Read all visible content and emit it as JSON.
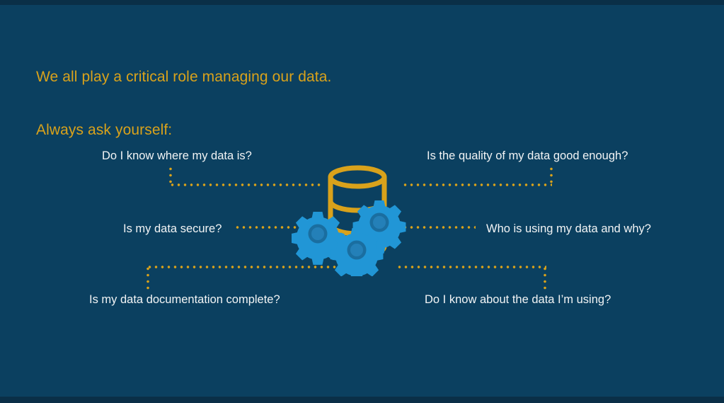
{
  "slide": {
    "background_color": "#0b4060",
    "bar_color": "#0a2f47",
    "heading": {
      "line1": "We all play a critical role managing our data.",
      "line2": "Always ask yourself:",
      "color": "#d9a21b"
    },
    "question_color": "#f2f4f5",
    "connector_color": "#d9a21b"
  },
  "questions": [
    {
      "id": "where",
      "label": "Do I know where my data is?"
    },
    {
      "id": "quality",
      "label": "Is the quality of my data good enough?"
    },
    {
      "id": "secure",
      "label": "Is my data secure?"
    },
    {
      "id": "who",
      "label": "Who is using my data and why?"
    },
    {
      "id": "doc",
      "label": "Is my data documentation complete?"
    },
    {
      "id": "about",
      "label": "Do I know about the data I’m using?"
    }
  ],
  "graphic": {
    "name": "database-with-gears",
    "database_color": "#d9a21b",
    "gear_color": "#2196d6",
    "gear_hub_color": "#1a6ea0",
    "gear_count": 3
  }
}
